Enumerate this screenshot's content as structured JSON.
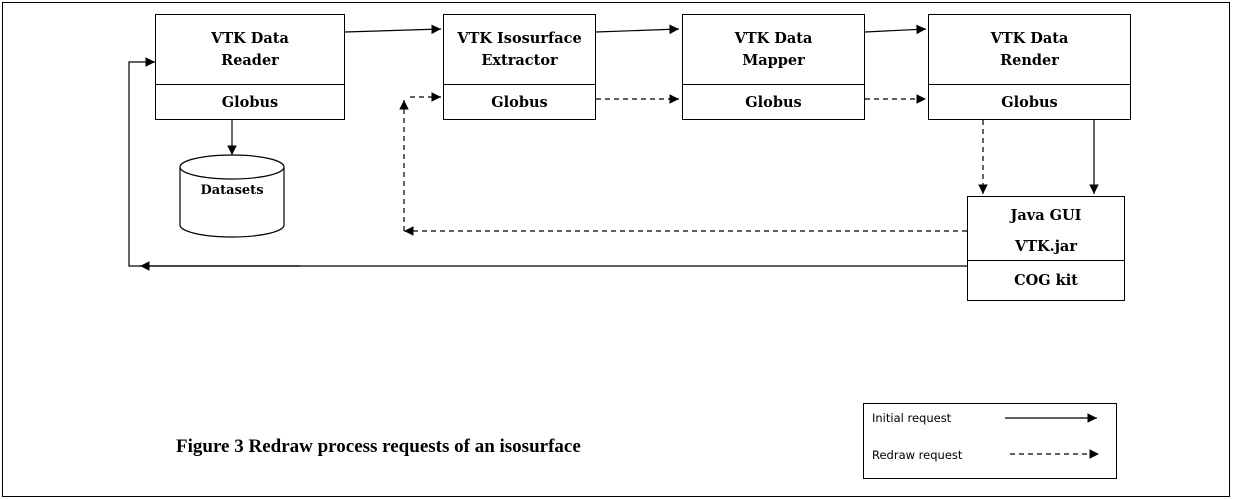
{
  "nodes": {
    "reader": {
      "title": "VTK Data\nReader",
      "sub": "Globus"
    },
    "extractor": {
      "title": "VTK Isosurface\nExtractor",
      "sub": "Globus"
    },
    "mapper": {
      "title": "VTK Data\nMapper",
      "sub": "Globus"
    },
    "render": {
      "title": "VTK Data\nRender",
      "sub": "Globus"
    },
    "gui": {
      "line1": "Java GUI",
      "line2": "VTK.jar",
      "line3": "COG kit"
    },
    "datasets": {
      "label": "Datasets"
    }
  },
  "legend": {
    "initial": "Initial request",
    "redraw": "Redraw request"
  },
  "caption": "Figure 3 Redraw process requests of an isosurface",
  "colors": {
    "line": "#000000",
    "background": "#ffffff"
  }
}
